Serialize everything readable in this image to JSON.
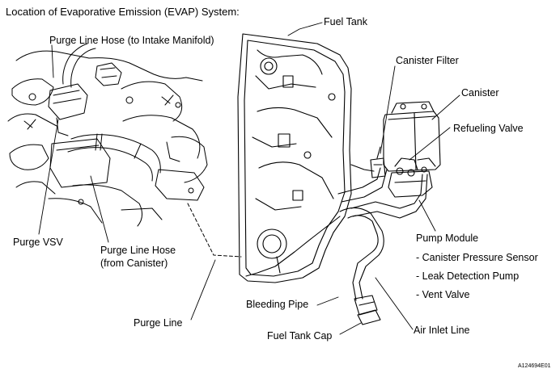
{
  "title": "Location of Evaporative Emission (EVAP) System:",
  "labels": {
    "fuel_tank": "Fuel Tank",
    "purge_line_hose_intake": "Purge Line Hose (to Intake Manifold)",
    "canister_filter": "Canister Filter",
    "canister": "Canister",
    "refueling_valve": "Refueling Valve",
    "pump_module": "Pump Module",
    "canister_pressure_sensor": "- Canister Pressure Sensor",
    "leak_detection_pump": "- Leak Detection Pump",
    "vent_valve": "- Vent Valve",
    "purge_vsv": "Purge VSV",
    "purge_line_hose_canister_1": "Purge Line Hose",
    "purge_line_hose_canister_2": "(from Canister)",
    "bleeding_pipe": "Bleeding Pipe",
    "purge_line": "Purge Line",
    "fuel_tank_cap": "Fuel Tank Cap",
    "air_inlet_line": "Air Inlet Line"
  },
  "figure_id": "A124694E01"
}
